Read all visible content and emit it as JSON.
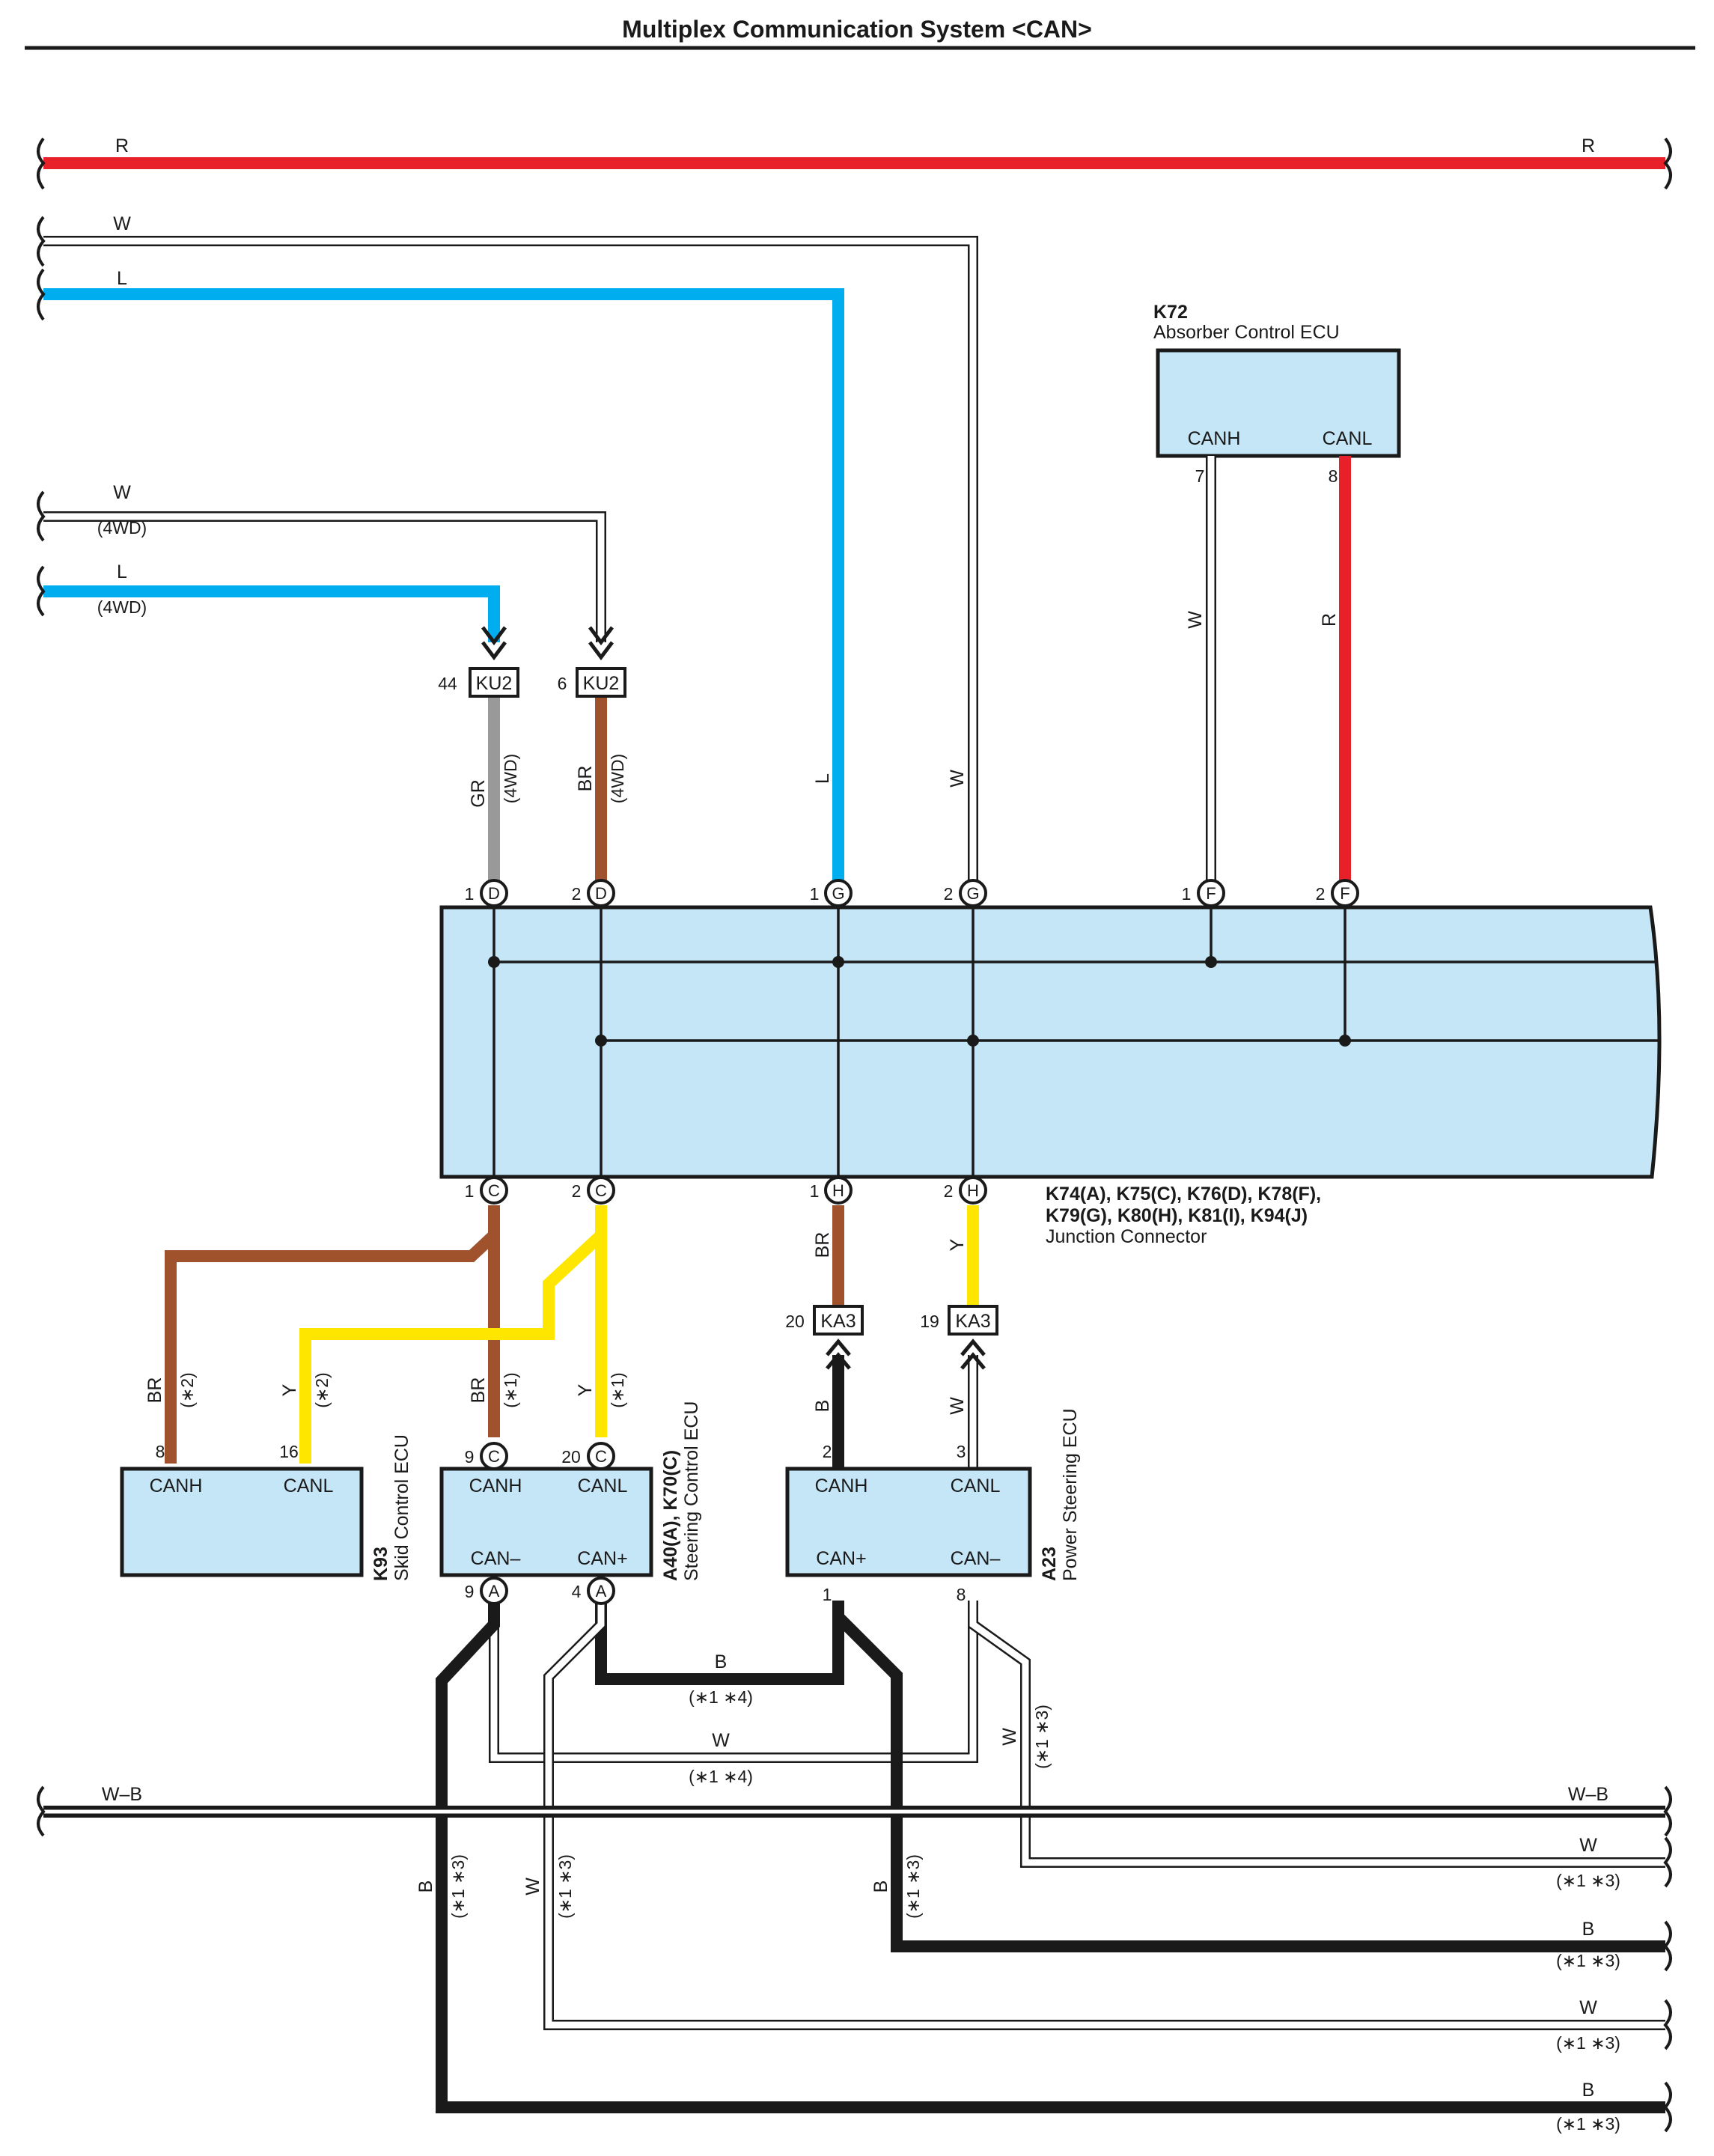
{
  "title": "Multiplex Communication System <CAN>",
  "colors": {
    "R": "#e8202a",
    "L": "#00aeef",
    "W": "#ffffff",
    "GR": "#999999",
    "BR": "#a0522d",
    "Y": "#ffe600",
    "B": "#1a1a1a",
    "box_fill": "#c5e6f7",
    "outline": "#1a1a1a"
  },
  "wire_labels": {
    "r": "R",
    "w": "W",
    "l": "L",
    "gr": "GR",
    "br": "BR",
    "y": "Y",
    "b": "B",
    "wb": "W–B"
  },
  "notes": {
    "four_wd": "(4WD)",
    "n1": "(∗1)",
    "n2": "(∗2)",
    "n13": "(∗1 ∗3)",
    "n14": "(∗1 ∗4)"
  },
  "components": {
    "k72": {
      "code": "K72",
      "name": "Absorber Control ECU",
      "pin_h": "CANH",
      "pin_l": "CANL",
      "pin_h_no": "7",
      "pin_l_no": "8"
    },
    "junction": {
      "code_line1": "K74(A), K75(C), K76(D), K78(F),",
      "code_line2": "K79(G), K80(H), K81(I), K94(J)",
      "name": "Junction Connector",
      "pins": {
        "d1": {
          "num": "1",
          "letter": "D"
        },
        "d2": {
          "num": "2",
          "letter": "D"
        },
        "g1": {
          "num": "1",
          "letter": "G"
        },
        "g2": {
          "num": "2",
          "letter": "G"
        },
        "f1": {
          "num": "1",
          "letter": "F"
        },
        "f2": {
          "num": "2",
          "letter": "F"
        },
        "c1": {
          "num": "1",
          "letter": "C"
        },
        "c2": {
          "num": "2",
          "letter": "C"
        },
        "h1": {
          "num": "1",
          "letter": "H"
        },
        "h2": {
          "num": "2",
          "letter": "H"
        }
      }
    },
    "ku2": {
      "label": "KU2",
      "pin_a": "44",
      "pin_b": "6"
    },
    "ka3": {
      "label": "KA3",
      "pin_a": "20",
      "pin_b": "19"
    },
    "k93": {
      "code": "K93",
      "name": "Skid Control ECU",
      "pin_h": "CANH",
      "pin_l": "CANL",
      "pin_h_no": "8",
      "pin_l_no": "16"
    },
    "a40": {
      "code": "A40(A), K70(C)",
      "name": "Steering Control ECU",
      "pin_h": "CANH",
      "pin_l": "CANL",
      "pin_cm": "CAN–",
      "pin_cp": "CAN+",
      "pin_h_no": "9",
      "pin_h_letter": "C",
      "pin_l_no": "20",
      "pin_l_letter": "C",
      "pin_cm_no": "9",
      "pin_cm_letter": "A",
      "pin_cp_no": "4",
      "pin_cp_letter": "A"
    },
    "a23": {
      "code": "A23",
      "name": "Power Steering ECU",
      "pin_h": "CANH",
      "pin_l": "CANL",
      "pin_cp": "CAN+",
      "pin_cm": "CAN–",
      "pin_h_no": "2",
      "pin_l_no": "3",
      "pin_cp_no": "1",
      "pin_cm_no": "8"
    }
  }
}
